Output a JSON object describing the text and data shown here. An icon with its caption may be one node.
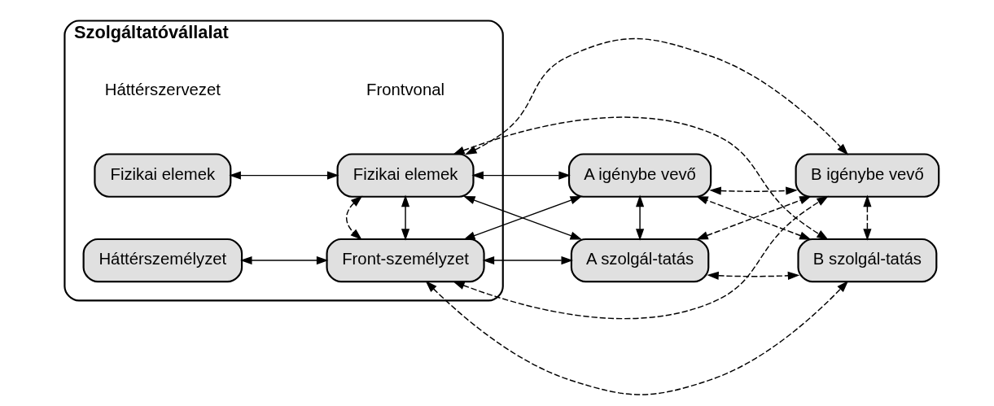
{
  "diagram": {
    "nodes": [
      {
        "text": [
          "Szolgáltatóvállalat"
        ]
      },
      {
        "text": [
          "Fizikai elemek"
        ],
        "in": 0
      },
      {
        "text": [
          "Fizikai elemek"
        ],
        "in": 0
      },
      {
        "text": [
          "Háttérszemélyzet"
        ],
        "in": 0
      },
      {
        "text": [
          "Front-személyzet"
        ],
        "in": 0
      },
      {
        "text": [
          "A igénybe vevő"
        ]
      },
      {
        "text": [
          "B igénybe vevő"
        ]
      },
      {
        "text": [
          "A szolgál-tatás"
        ]
      },
      {
        "text": [
          "B szolgál-tatás"
        ]
      }
    ],
    "edges": [
      {
        "from": 1,
        "to": 2,
        "arrow": "both"
      },
      {
        "from": 3,
        "to": 4,
        "arrow": "both"
      },
      {
        "from": 2,
        "to": 4,
        "arrow": "both"
      },
      {
        "from": 2,
        "to": 4,
        "arrow": "both",
        "style": "dashed"
      },
      {
        "from": 2,
        "to": 5,
        "arrow": "both"
      },
      {
        "from": 2,
        "to": 6,
        "arrow": "both",
        "style": "dashed"
      },
      {
        "from": 2,
        "to": 7,
        "arrow": "both"
      },
      {
        "from": 2,
        "to": 8,
        "arrow": "both",
        "style": "dashed"
      },
      {
        "from": 4,
        "to": 5,
        "arrow": "both"
      },
      {
        "from": 4,
        "to": 6,
        "arrow": "both",
        "style": "dashed"
      },
      {
        "from": 4,
        "to": 7,
        "arrow": "both"
      },
      {
        "from": 4,
        "to": 8,
        "arrow": "both",
        "style": "dashed"
      },
      {
        "from": 5,
        "to": 7,
        "arrow": "both"
      },
      {
        "from": 5,
        "to": 6,
        "arrow": "both",
        "style": "dashed"
      },
      {
        "from": 7,
        "to": 6,
        "arrow": "both",
        "style": "dashed"
      },
      {
        "from": 7,
        "to": 8,
        "arrow": "both",
        "style": "dashed"
      },
      {
        "from": 6,
        "to": 8,
        "arrow": "both",
        "style": "dashed"
      },
      {
        "from": 8,
        "to": 5,
        "arrow": "both",
        "style": "dashed"
      }
    ],
    "labels": [
      "Háttérszervezet",
      "Frontvonal"
    ]
  }
}
